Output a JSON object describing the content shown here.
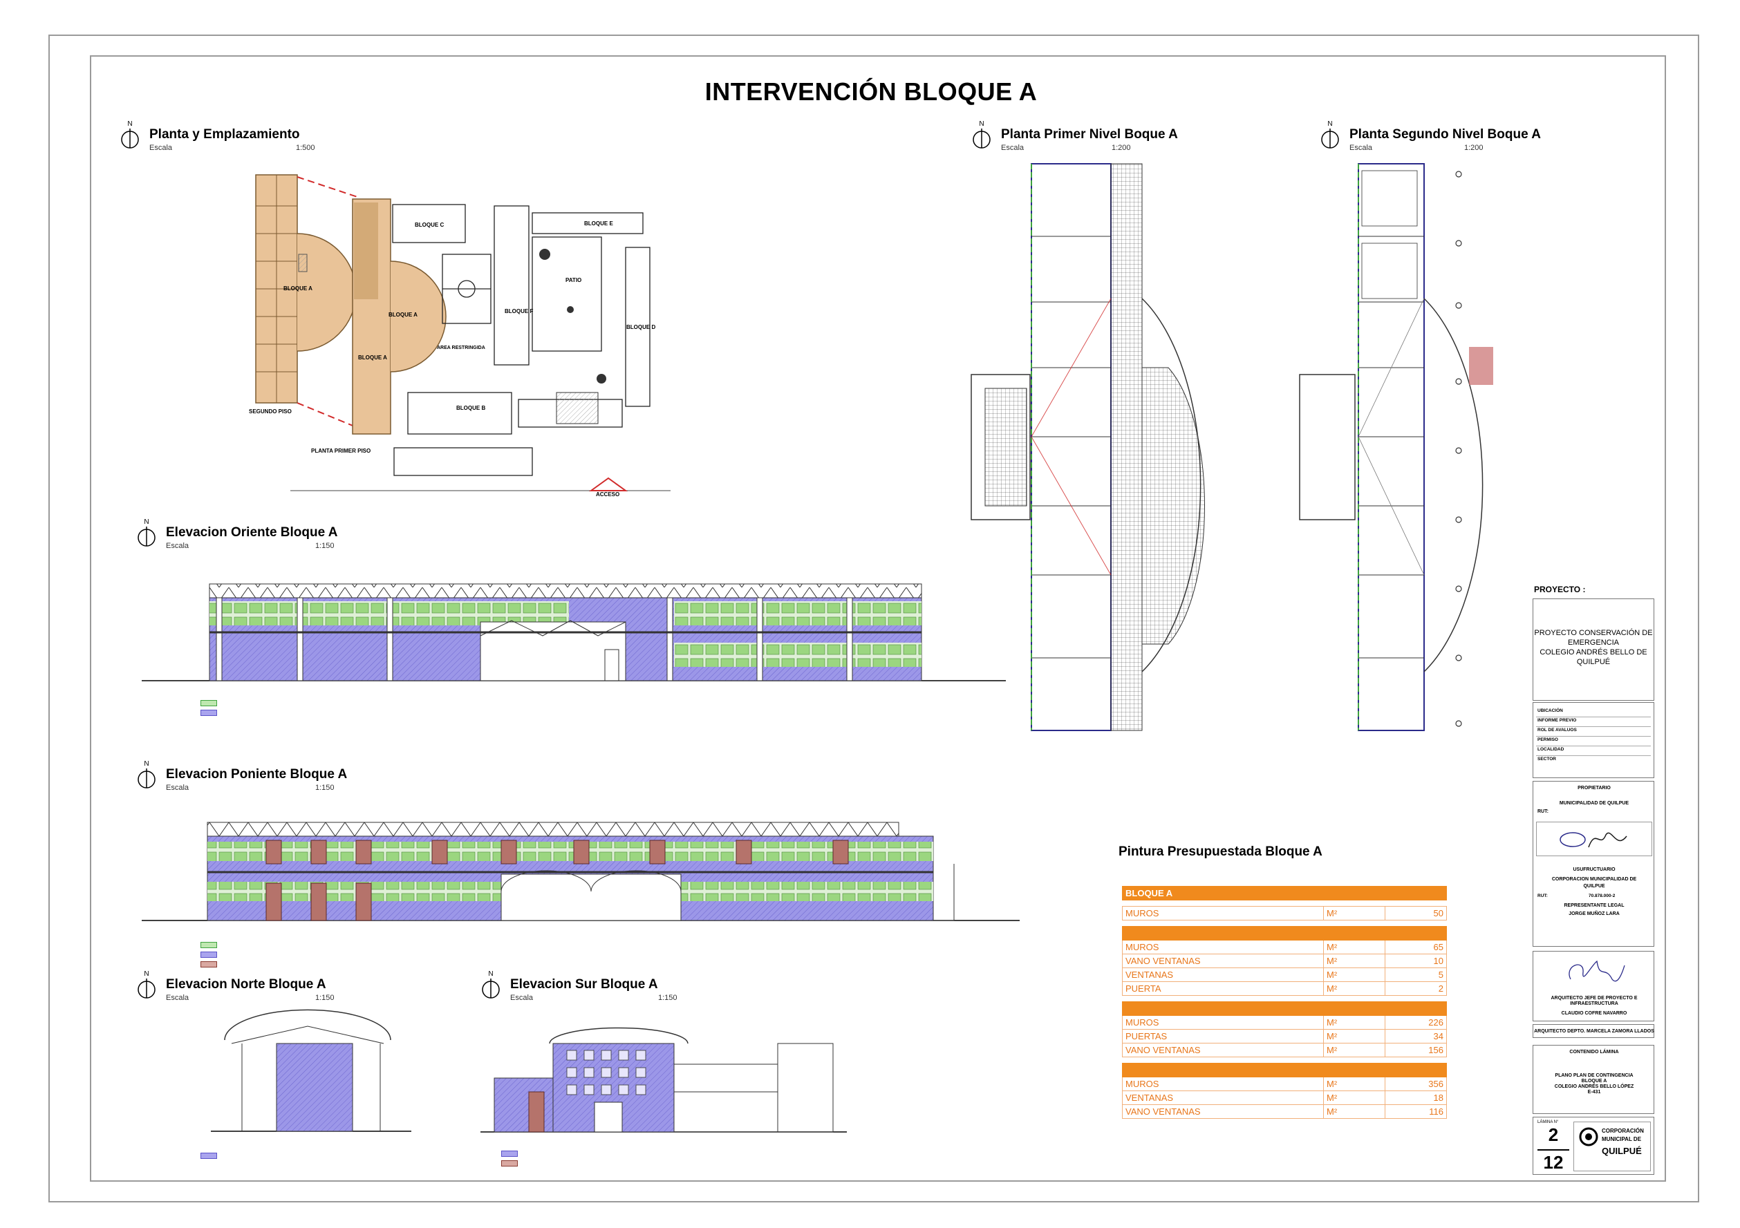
{
  "title": "INTERVENCIÓN BLOQUE A",
  "views": {
    "planta": {
      "title": "Planta y Emplazamiento",
      "scale_label": "Escala",
      "scale": "1:500"
    },
    "primer": {
      "title": "Planta Primer Nivel Boque A",
      "scale_label": "Escala",
      "scale": "1:200"
    },
    "segundo": {
      "title": "Planta Segundo Nivel Boque A",
      "scale_label": "Escala",
      "scale": "1:200"
    },
    "oriente": {
      "title": "Elevacion Oriente Bloque A",
      "scale_label": "Escala",
      "scale": "1:150"
    },
    "poniente": {
      "title": "Elevacion Poniente Bloque A",
      "scale_label": "Escala",
      "scale": "1:150"
    },
    "norte": {
      "title": "Elevacion Norte Bloque A",
      "scale_label": "Escala",
      "scale": "1:150"
    },
    "sur": {
      "title": "Elevacion Sur Bloque A",
      "scale_label": "Escala",
      "scale": "1:150"
    }
  },
  "site_labels": {
    "bloque_a1": "BLOQUE A",
    "bloque_a2": "BLOQUE A",
    "bloque_a3": "BLOQUE A",
    "bloque_b": "BLOQUE B",
    "bloque_c": "BLOQUE C",
    "bloque_d": "BLOQUE D",
    "bloque_e": "BLOQUE E",
    "bloque_f": "BLOQUE F",
    "patio": "PATIO",
    "area": "AREA RESTRINGIDA",
    "segundo_piso": "SEGUNDO PISO",
    "primer_piso": "PLANTA PRIMER PISO",
    "acceso": "ACCESO"
  },
  "budget": {
    "title": "Pintura Presupuestada Bloque A",
    "header": "BLOQUE A",
    "groups": [
      [
        {
          "item": "MUROS",
          "unit": "M²",
          "value": "50"
        }
      ],
      [
        {
          "item": "MUROS",
          "unit": "M²",
          "value": "65"
        },
        {
          "item": "VANO VENTANAS",
          "unit": "M²",
          "value": "10"
        },
        {
          "item": "VENTANAS",
          "unit": "M²",
          "value": "5"
        },
        {
          "item": "PUERTA",
          "unit": "M²",
          "value": "2"
        }
      ],
      [
        {
          "item": "MUROS",
          "unit": "M²",
          "value": "226"
        },
        {
          "item": "PUERTAS",
          "unit": "M²",
          "value": "34"
        },
        {
          "item": "VANO VENTANAS",
          "unit": "M²",
          "value": "156"
        }
      ],
      [
        {
          "item": "MUROS",
          "unit": "M²",
          "value": "356"
        },
        {
          "item": "VENTANAS",
          "unit": "M²",
          "value": "18"
        },
        {
          "item": "VANO VENTANAS",
          "unit": "M²",
          "value": "116"
        }
      ]
    ]
  },
  "title_block": {
    "project_label": "PROYECTO :",
    "project_line1": "PROYECTO CONSERVACIÓN DE",
    "project_line2": "EMERGENCIA",
    "project_line3": "COLEGIO ANDRÉS BELLO DE",
    "project_line4": "QUILPUÉ",
    "rows": [
      "UBICACIÓN",
      "INFORME PREVIO",
      "ROL DE AVALUOS",
      "PERMISO",
      "LOCALIDAD",
      "SECTOR"
    ],
    "owner_head": "PROPIETARIO",
    "owner": "MUNICIPALIDAD DE QUILPUE",
    "rut": "RUT:",
    "usufruct_head": "USUFRUCTUARIO",
    "usufruct_1": "CORPORACION MUNICIPALIDAD DE",
    "usufruct_2": "QUILPUE",
    "rut2": "RUT:",
    "rut2_val": "70.878.000-2",
    "legal_head": "REPRESENTANTE LEGAL",
    "legal_name": "JORGE MUÑOZ LARA",
    "arch_head1": "ARQUITECTO JEFE DE PROYECTO E",
    "arch_head2": "INFRAESTRUCTURA",
    "arch_name": "CLAUDIO COFRE NAVARRO",
    "arch2": "ARQUITECTO DEPTO. MARCELA ZAMORA LLADOS",
    "content_head": "CONTENIDO LÁMINA",
    "content_1": "PLANO PLAN DE CONTINGENCIA",
    "content_2": "BLOQUE A",
    "content_3": "COLEGIO ANDRÉS BELLO LÓPEZ",
    "content_4": "E-431",
    "sheet_label": "LÁMINA N°",
    "sheet_no": "2",
    "sheet_total": "12",
    "logo_1": "CORPORACIÓN",
    "logo_2": "MUNICIPAL DE",
    "logo_3": "QUILPUÉ"
  },
  "colors": {
    "accent": "#f08a1d",
    "wall_blue": "#8f8ae0",
    "window_green": "#8fd672",
    "door_red": "#b5736b",
    "site_orange": "#e9c398"
  }
}
